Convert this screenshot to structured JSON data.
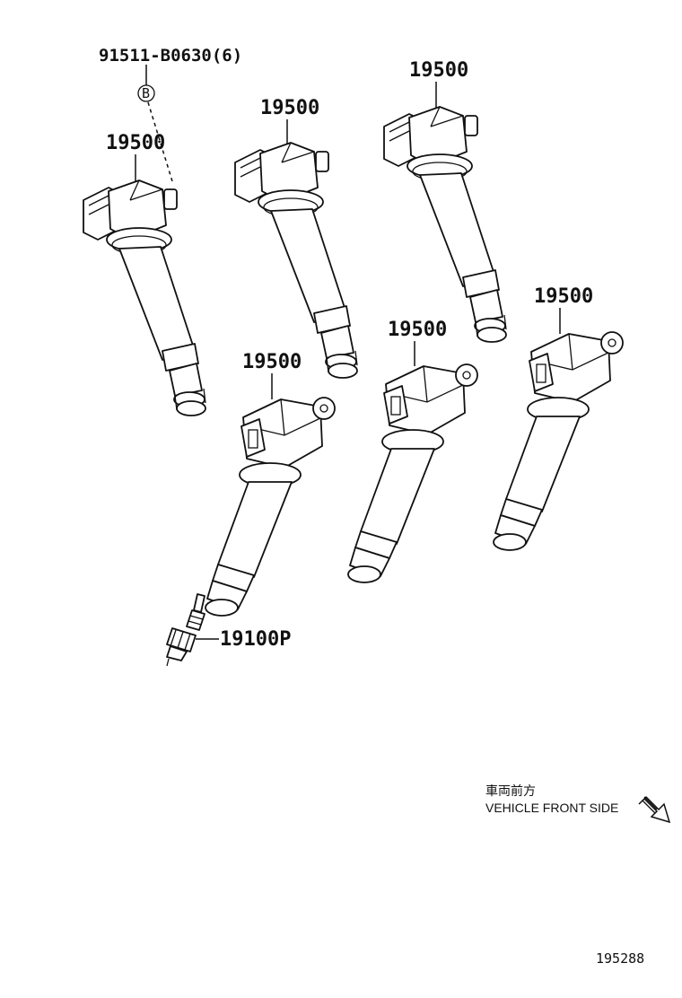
{
  "callouts": {
    "bolt_part": "91511-B0630(6)",
    "bolt_ref_letter": "B",
    "coil_top_left": "19500",
    "coil_top_mid": "19500",
    "coil_top_right": "19500",
    "coil_bottom_left": "19500",
    "coil_bottom_mid": "19500",
    "coil_bottom_right": "19500",
    "spark_plug": "19100P"
  },
  "direction": {
    "japanese": "車両前方",
    "english": "VEHICLE FRONT SIDE",
    "arrow_icon": "direction-arrow-icon"
  },
  "figure_number": "195288"
}
